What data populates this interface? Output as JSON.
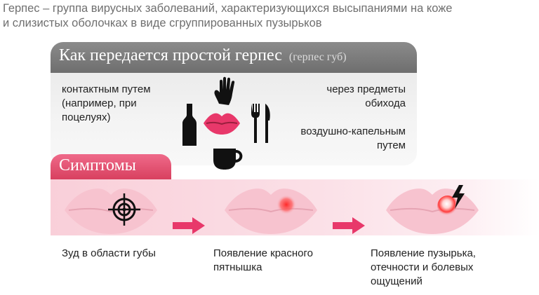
{
  "intro": {
    "line1": "Герпес – группа вирусных заболеваний, характеризующихся высыпаниями на коже",
    "line2": "и слизистых оболочках в виде сгруппированных пузырьков"
  },
  "transmission": {
    "title": "Как передается простой герпес",
    "subtitle": "(герпес губ)",
    "contact": [
      "контактным путем",
      "(например, при",
      "поцелуях)"
    ],
    "objects": [
      "через предметы",
      "обихода"
    ],
    "airborne": [
      "воздушно-капельным",
      "путем"
    ],
    "icons": [
      "hand-icon",
      "bottle-icon",
      "lips-icon",
      "fork-knife-icon",
      "cup-icon"
    ]
  },
  "symptoms": {
    "title": "Симптомы",
    "stage1": [
      "Зуд в области губы"
    ],
    "stage2": [
      "Появление красного",
      "пятнышка"
    ],
    "stage3": [
      "Появление пузырька,",
      "отечности и болевых",
      "ощущений"
    ]
  },
  "colors": {
    "accent": "#d8405f",
    "arrow": "#e8386a",
    "header_gray": "#7a7a7a"
  }
}
